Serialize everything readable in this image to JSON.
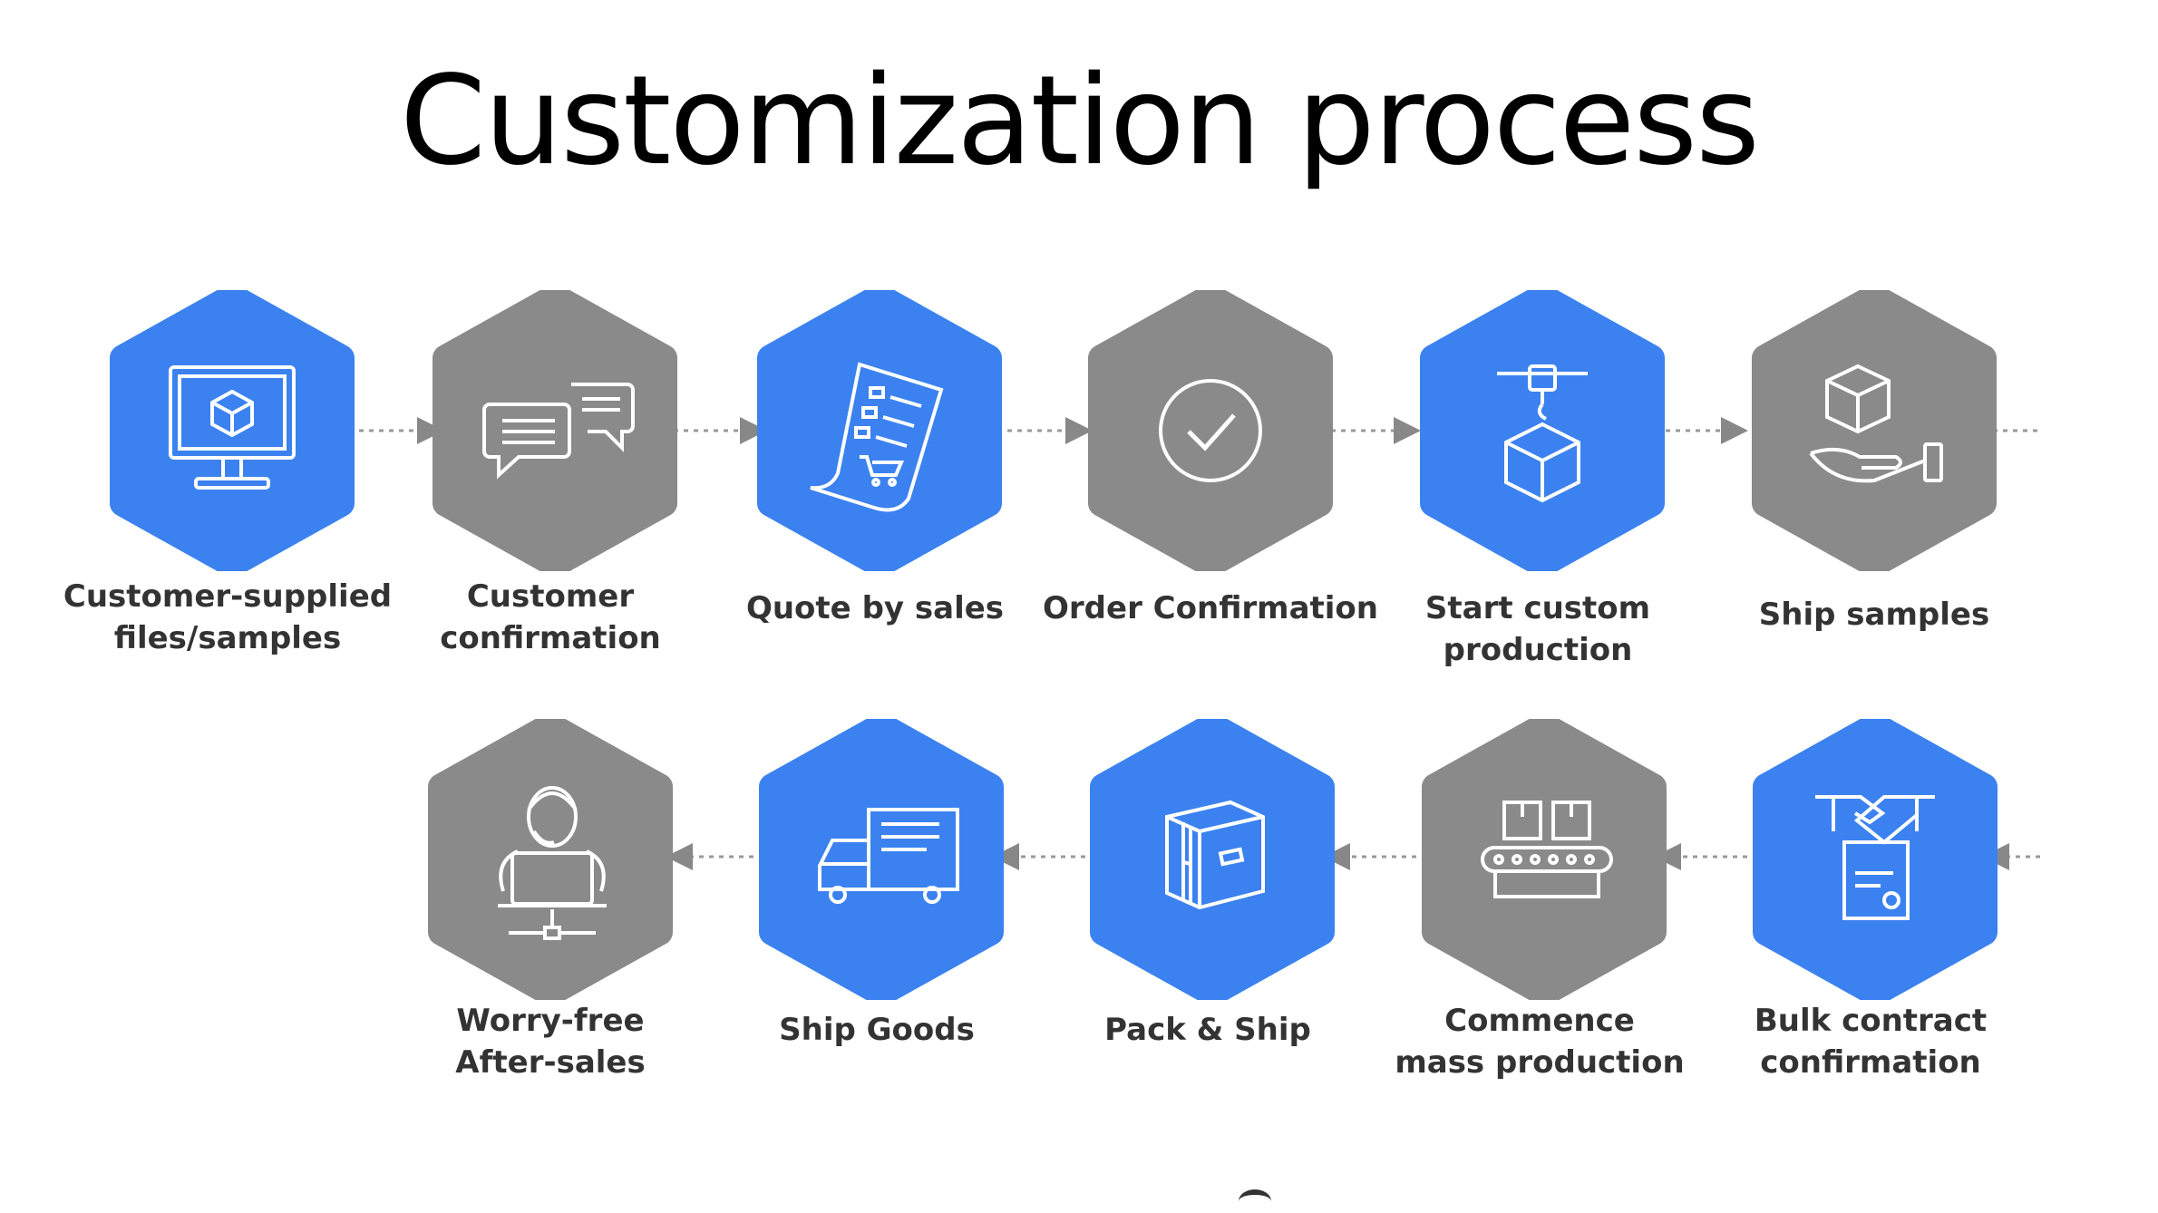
{
  "title": "Customization process",
  "colors": {
    "blue": "#3b82f0",
    "gray": "#8a8a8a",
    "icon": "#ffffff",
    "arrow": "#888888"
  },
  "row1": [
    {
      "icon": "monitor-box-icon",
      "color": "blue",
      "label": [
        "Customer-supplied",
        "files/samples"
      ]
    },
    {
      "icon": "chat-bubbles-icon",
      "color": "gray",
      "label": [
        "Customer",
        "confirmation"
      ]
    },
    {
      "icon": "quote-list-cart-icon",
      "color": "blue",
      "label": [
        "Quote by sales"
      ]
    },
    {
      "icon": "checkmark-circle-icon",
      "color": "gray",
      "label": [
        "Order Confirmation"
      ]
    },
    {
      "icon": "3d-printer-icon",
      "color": "blue",
      "label": [
        "Start custom",
        "production"
      ]
    },
    {
      "icon": "hand-box-icon",
      "color": "gray",
      "label": [
        "Ship samples"
      ]
    }
  ],
  "row2": [
    {
      "icon": "support-agent-icon",
      "color": "gray",
      "label": [
        "Worry-free",
        "After-sales"
      ]
    },
    {
      "icon": "delivery-truck-icon",
      "color": "blue",
      "label": [
        "Ship Goods"
      ]
    },
    {
      "icon": "package-box-icon",
      "color": "blue",
      "label": [
        "Pack & Ship"
      ]
    },
    {
      "icon": "conveyor-belt-icon",
      "color": "gray",
      "label": [
        "Commence",
        "mass production"
      ]
    },
    {
      "icon": "handshake-contract-icon",
      "color": "blue",
      "label": [
        "Bulk contract",
        "confirmation"
      ]
    }
  ]
}
